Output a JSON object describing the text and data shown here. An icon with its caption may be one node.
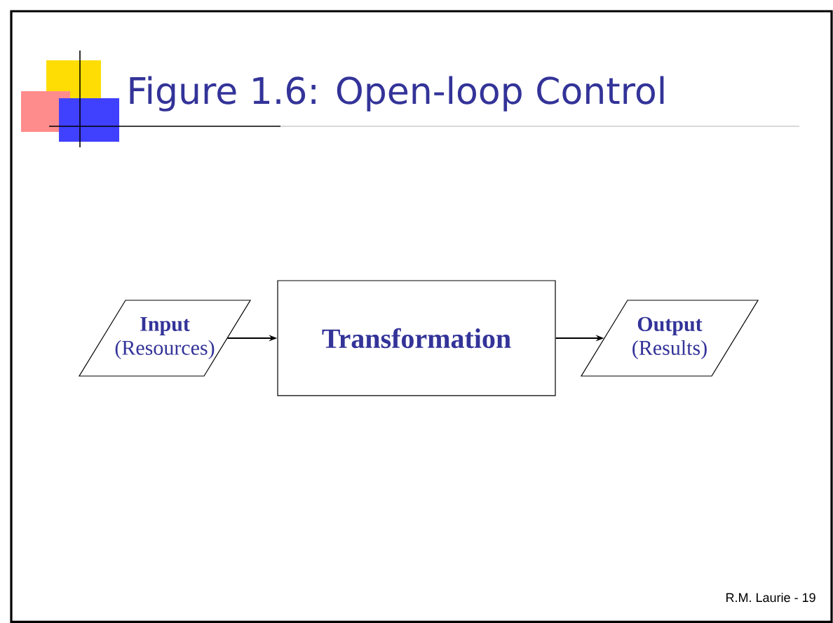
{
  "diagram": {
    "title": "Figure 1.6: Open-loop Control",
    "nodes": [
      {
        "text": [
          "Input",
          "(Resources)"
        ]
      },
      {
        "text": [
          "Transformation"
        ]
      },
      {
        "text": [
          "Output",
          "(Results)"
        ]
      }
    ],
    "edges": [
      {
        "from": 0,
        "to": 1,
        "arrow": "to"
      },
      {
        "from": 1,
        "to": 2,
        "arrow": "to"
      }
    ],
    "labels": [
      "R.M. Laurie - 19"
    ]
  }
}
